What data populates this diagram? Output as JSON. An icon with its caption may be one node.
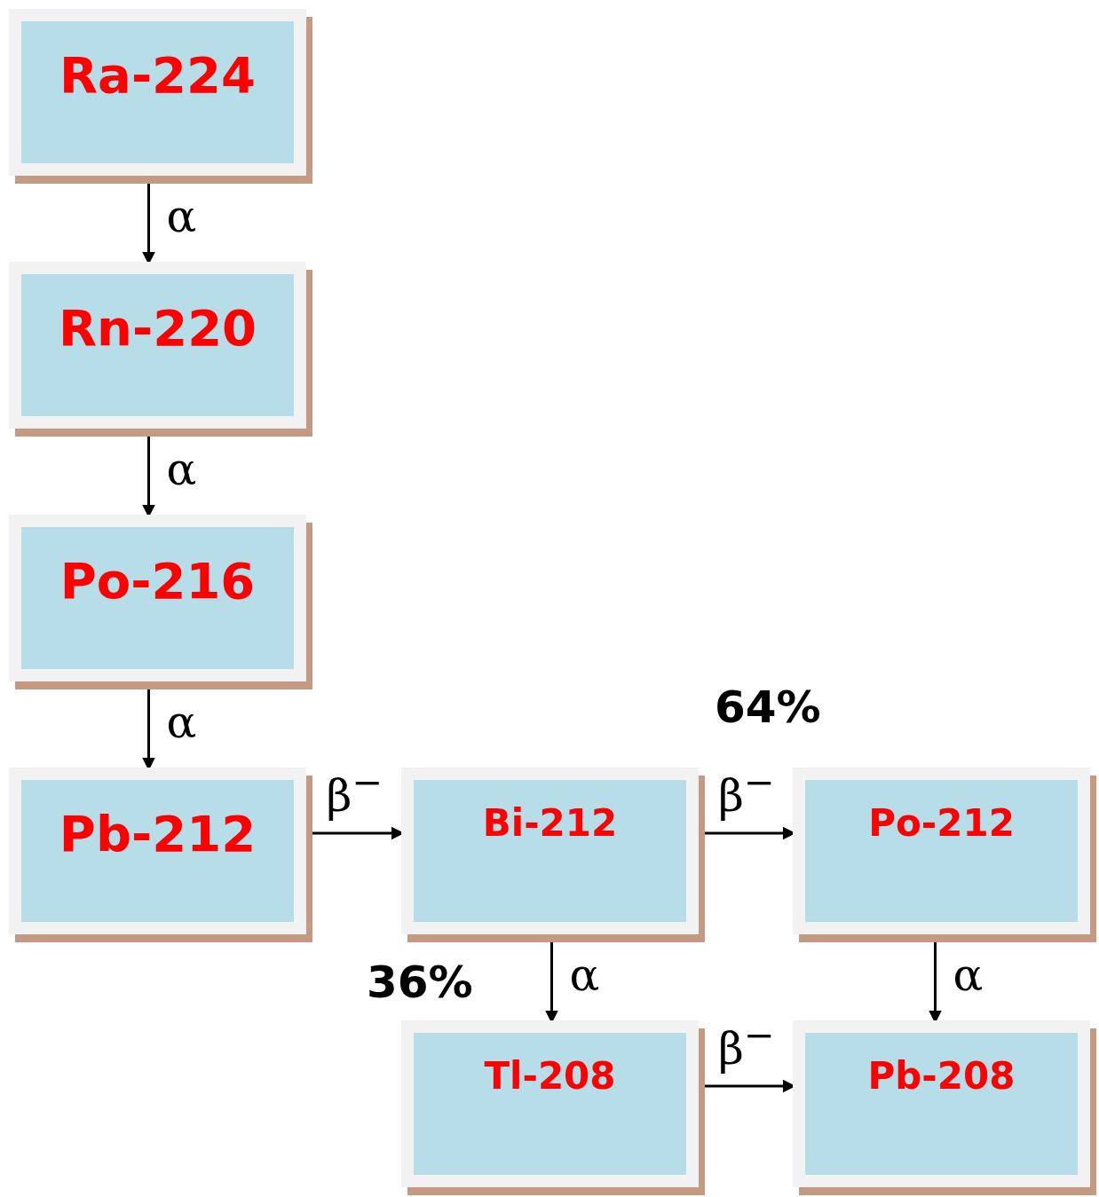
{
  "diagram": {
    "nodes": [
      {
        "text": [
          "Ra-224"
        ]
      },
      {
        "text": [
          "Rn-220"
        ]
      },
      {
        "text": [
          "Po-216"
        ]
      },
      {
        "text": [
          "Pb-212"
        ]
      },
      {
        "text": [
          "Bi-212"
        ]
      },
      {
        "text": [
          "Po-212"
        ]
      },
      {
        "text": [
          "Tl-208"
        ]
      },
      {
        "text": [
          "Pb-208"
        ]
      }
    ],
    "edges": [
      {
        "from": 0,
        "to": 1,
        "arrow": "to",
        "label": "α"
      },
      {
        "from": 1,
        "to": 2,
        "arrow": "to",
        "label": "α"
      },
      {
        "from": 2,
        "to": 3,
        "arrow": "to",
        "label": "α"
      },
      {
        "from": 3,
        "to": 4,
        "arrow": "to",
        "label": "β$^{−}$"
      },
      {
        "from": 4,
        "to": 5,
        "arrow": "to",
        "label": "β$^{−}$"
      },
      {
        "from": 4,
        "to": 6,
        "arrow": "to",
        "label": "α"
      },
      {
        "from": 5,
        "to": 7,
        "arrow": "to",
        "label": "α"
      },
      {
        "from": 6,
        "to": 7,
        "arrow": "to",
        "label": "β$^{−}$"
      }
    ],
    "labels": [
      "64%",
      "36%"
    ]
  }
}
